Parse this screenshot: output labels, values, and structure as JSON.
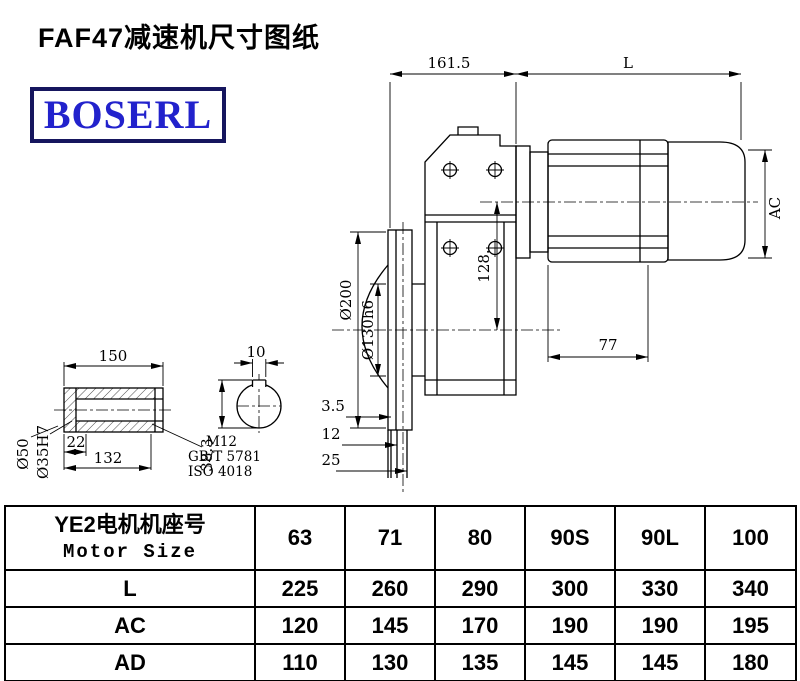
{
  "page": {
    "title": "FAF47减速机尺寸图纸"
  },
  "logo": {
    "text": "BOSERL",
    "text_color": "#2222cc",
    "border_color": "#16165e"
  },
  "drawing": {
    "dims": {
      "overall_161_5": "161.5",
      "motor_length": "L",
      "motor_ac": "AC",
      "flange_od": "Ø200",
      "spigot_d": "Ø130h6",
      "center_height": "128.",
      "d77": "77",
      "d3_5": "3.5",
      "d12": "12",
      "d25": "25",
      "keyway_38_3": "38.3",
      "shaft_len_150": "150",
      "keyway_w_10": "10",
      "shaft_od_50": "Ø50",
      "bore_35h7": "Ø35H7",
      "d22": "22",
      "d132": "132",
      "screw_m12": "M12",
      "std_gb": "GB/T 5781",
      "std_iso": "ISO 4018"
    }
  },
  "table": {
    "header_cn": "YE2电机机座号",
    "header_en": "Motor Size",
    "sizes": [
      "63",
      "71",
      "80",
      "90S",
      "90L",
      "100"
    ],
    "rows": [
      {
        "label": "L",
        "values": [
          "225",
          "260",
          "290",
          "300",
          "330",
          "340"
        ]
      },
      {
        "label": "AC",
        "values": [
          "120",
          "145",
          "170",
          "190",
          "190",
          "195"
        ]
      },
      {
        "label": "AD",
        "values": [
          "110",
          "130",
          "135",
          "145",
          "145",
          "180"
        ]
      }
    ]
  }
}
